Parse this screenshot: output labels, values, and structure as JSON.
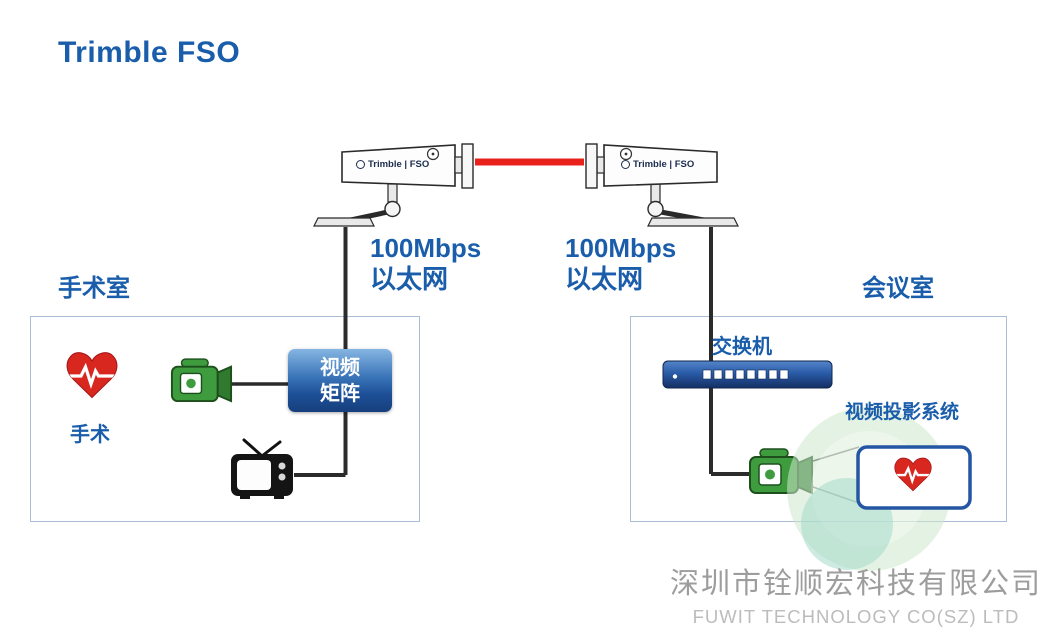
{
  "title": "Trimble FSO",
  "devices": {
    "fso_left": {
      "label": "Trimble | FSO"
    },
    "fso_right": {
      "label": "Trimble | FSO"
    }
  },
  "ethernet_labels": {
    "left": {
      "line1": "100Mbps",
      "line2": "以太网"
    },
    "right": {
      "line1": "100Mbps",
      "line2": "以太网"
    }
  },
  "rooms": {
    "operating": {
      "label": "手术室",
      "surgery_label": "手术",
      "video_matrix": {
        "line1": "视频",
        "line2": "矩阵"
      }
    },
    "conference": {
      "label": "会议室",
      "switch_label": "交换机",
      "projection_label": "视频投影系统"
    }
  },
  "watermark": {
    "company_cn": "深圳市铨顺宏科技有限公司",
    "company_en": "FUWIT TECHNOLOGY CO(SZ) LTD"
  },
  "colors": {
    "accent_blue": "#1a5dab",
    "beam_red": "#e8211d",
    "camera_green": "#3e9c3e",
    "heart_red": "#d7271f",
    "switch_blue": "#2a5ba8",
    "cable_dark": "#2b2b2b",
    "room_border": "#a9bdd4",
    "matrix_top": "#85b5e2",
    "matrix_bottom": "#163f7c",
    "watermark_gray": "#a0a0a0",
    "deco_green": "#cde8cc"
  }
}
